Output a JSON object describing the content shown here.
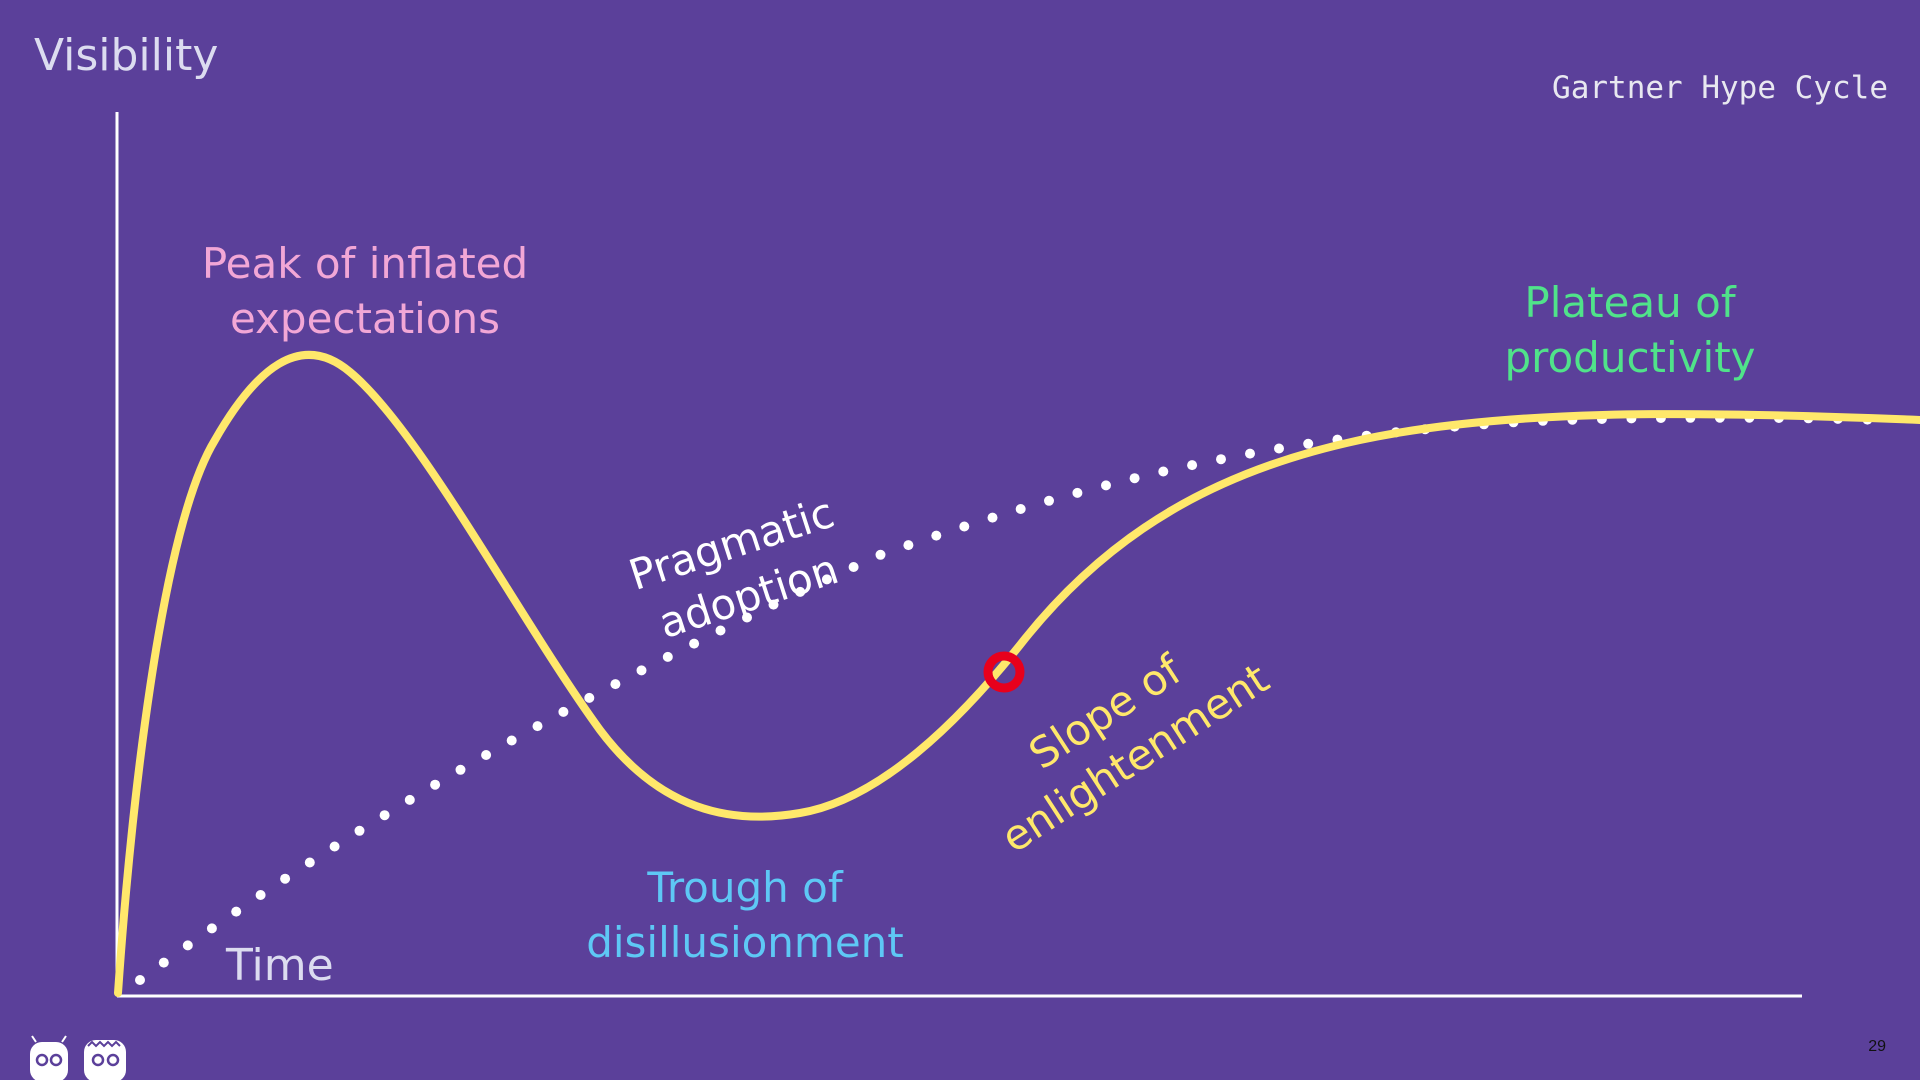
{
  "slide": {
    "deck_title": "Gartner Hype Cycle",
    "page_number": "29",
    "logo_icon": "robot-mascots-icon"
  },
  "axes": {
    "y_label": "Visibility",
    "x_label": "Time"
  },
  "phases": {
    "peak": "Peak of inflated expectations",
    "trough": "Trough of disillusionment",
    "slope": "Slope of enlightenment",
    "plateau": "Plateau of productivity"
  },
  "trend_label": "Pragmatic adoption",
  "colors": {
    "background": "#5b409a",
    "hype_curve": "#ffe86b",
    "adoption_dots": "#ffffff",
    "marker": "#e8001c",
    "peak": "#f2a7d6",
    "trough": "#5ec8f5",
    "slope": "#ffe86b",
    "plateau": "#50e38a"
  },
  "marker_icon": "current-position-marker"
}
